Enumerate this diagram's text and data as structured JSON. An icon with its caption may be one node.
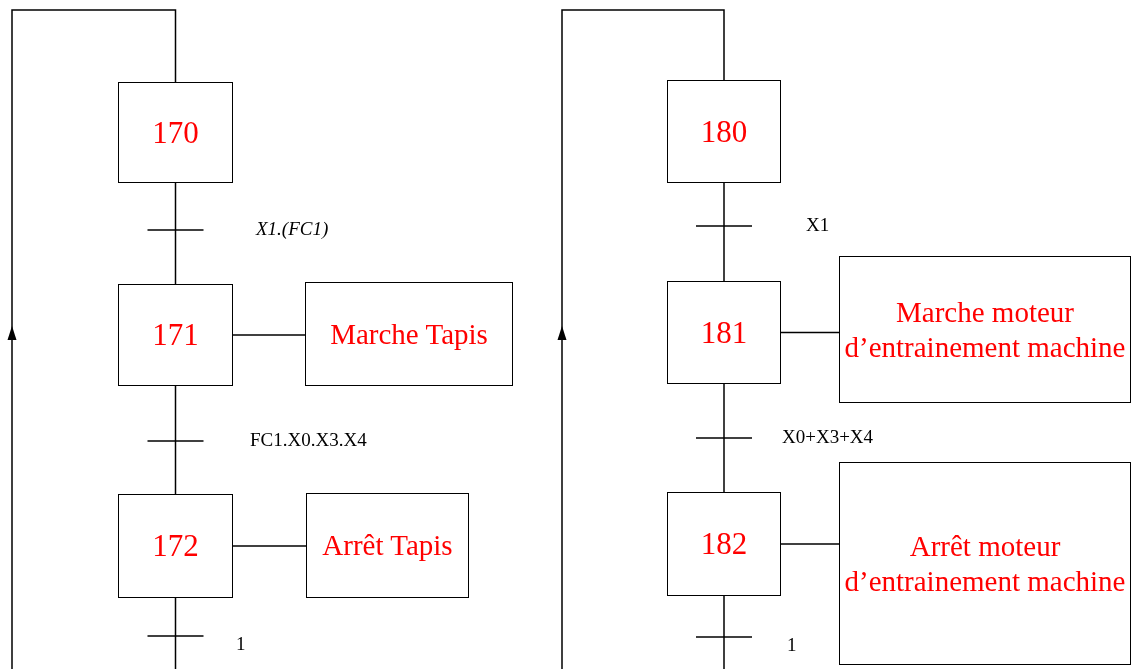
{
  "diagram": {
    "nodes": [
      {
        "text": [
          "170"
        ]
      },
      {
        "text": [
          "171"
        ]
      },
      {
        "text": [
          "Marche Tapis"
        ]
      },
      {
        "text": [
          "172"
        ]
      },
      {
        "text": [
          "Arrêt Tapis"
        ]
      },
      {
        "text": [
          "180"
        ]
      },
      {
        "text": [
          "181"
        ]
      },
      {
        "text": [
          "Marche moteur d’entrainement machine"
        ]
      },
      {
        "text": [
          "182"
        ]
      },
      {
        "text": [
          "Arrêt moteur d’entrainement machine"
        ]
      }
    ],
    "edges": [
      {
        "from": 0,
        "to": 1,
        "arrow": "none",
        "label": "X1.(FC1)"
      },
      {
        "from": 1,
        "to": 2,
        "arrow": "none"
      },
      {
        "from": 1,
        "to": 3,
        "arrow": "none",
        "label": "FC1.X0.X3.X4"
      },
      {
        "from": 3,
        "to": 4,
        "arrow": "none"
      },
      {
        "from": 3,
        "to": 0,
        "arrow": "to",
        "label": "1"
      },
      {
        "from": 5,
        "to": 6,
        "arrow": "none",
        "label": "X1"
      },
      {
        "from": 6,
        "to": 7,
        "arrow": "none"
      },
      {
        "from": 6,
        "to": 8,
        "arrow": "none",
        "label": "X0+X3+X4"
      },
      {
        "from": 8,
        "to": 9,
        "arrow": "none"
      },
      {
        "from": 8,
        "to": 5,
        "arrow": "to",
        "label": "1"
      }
    ]
  }
}
